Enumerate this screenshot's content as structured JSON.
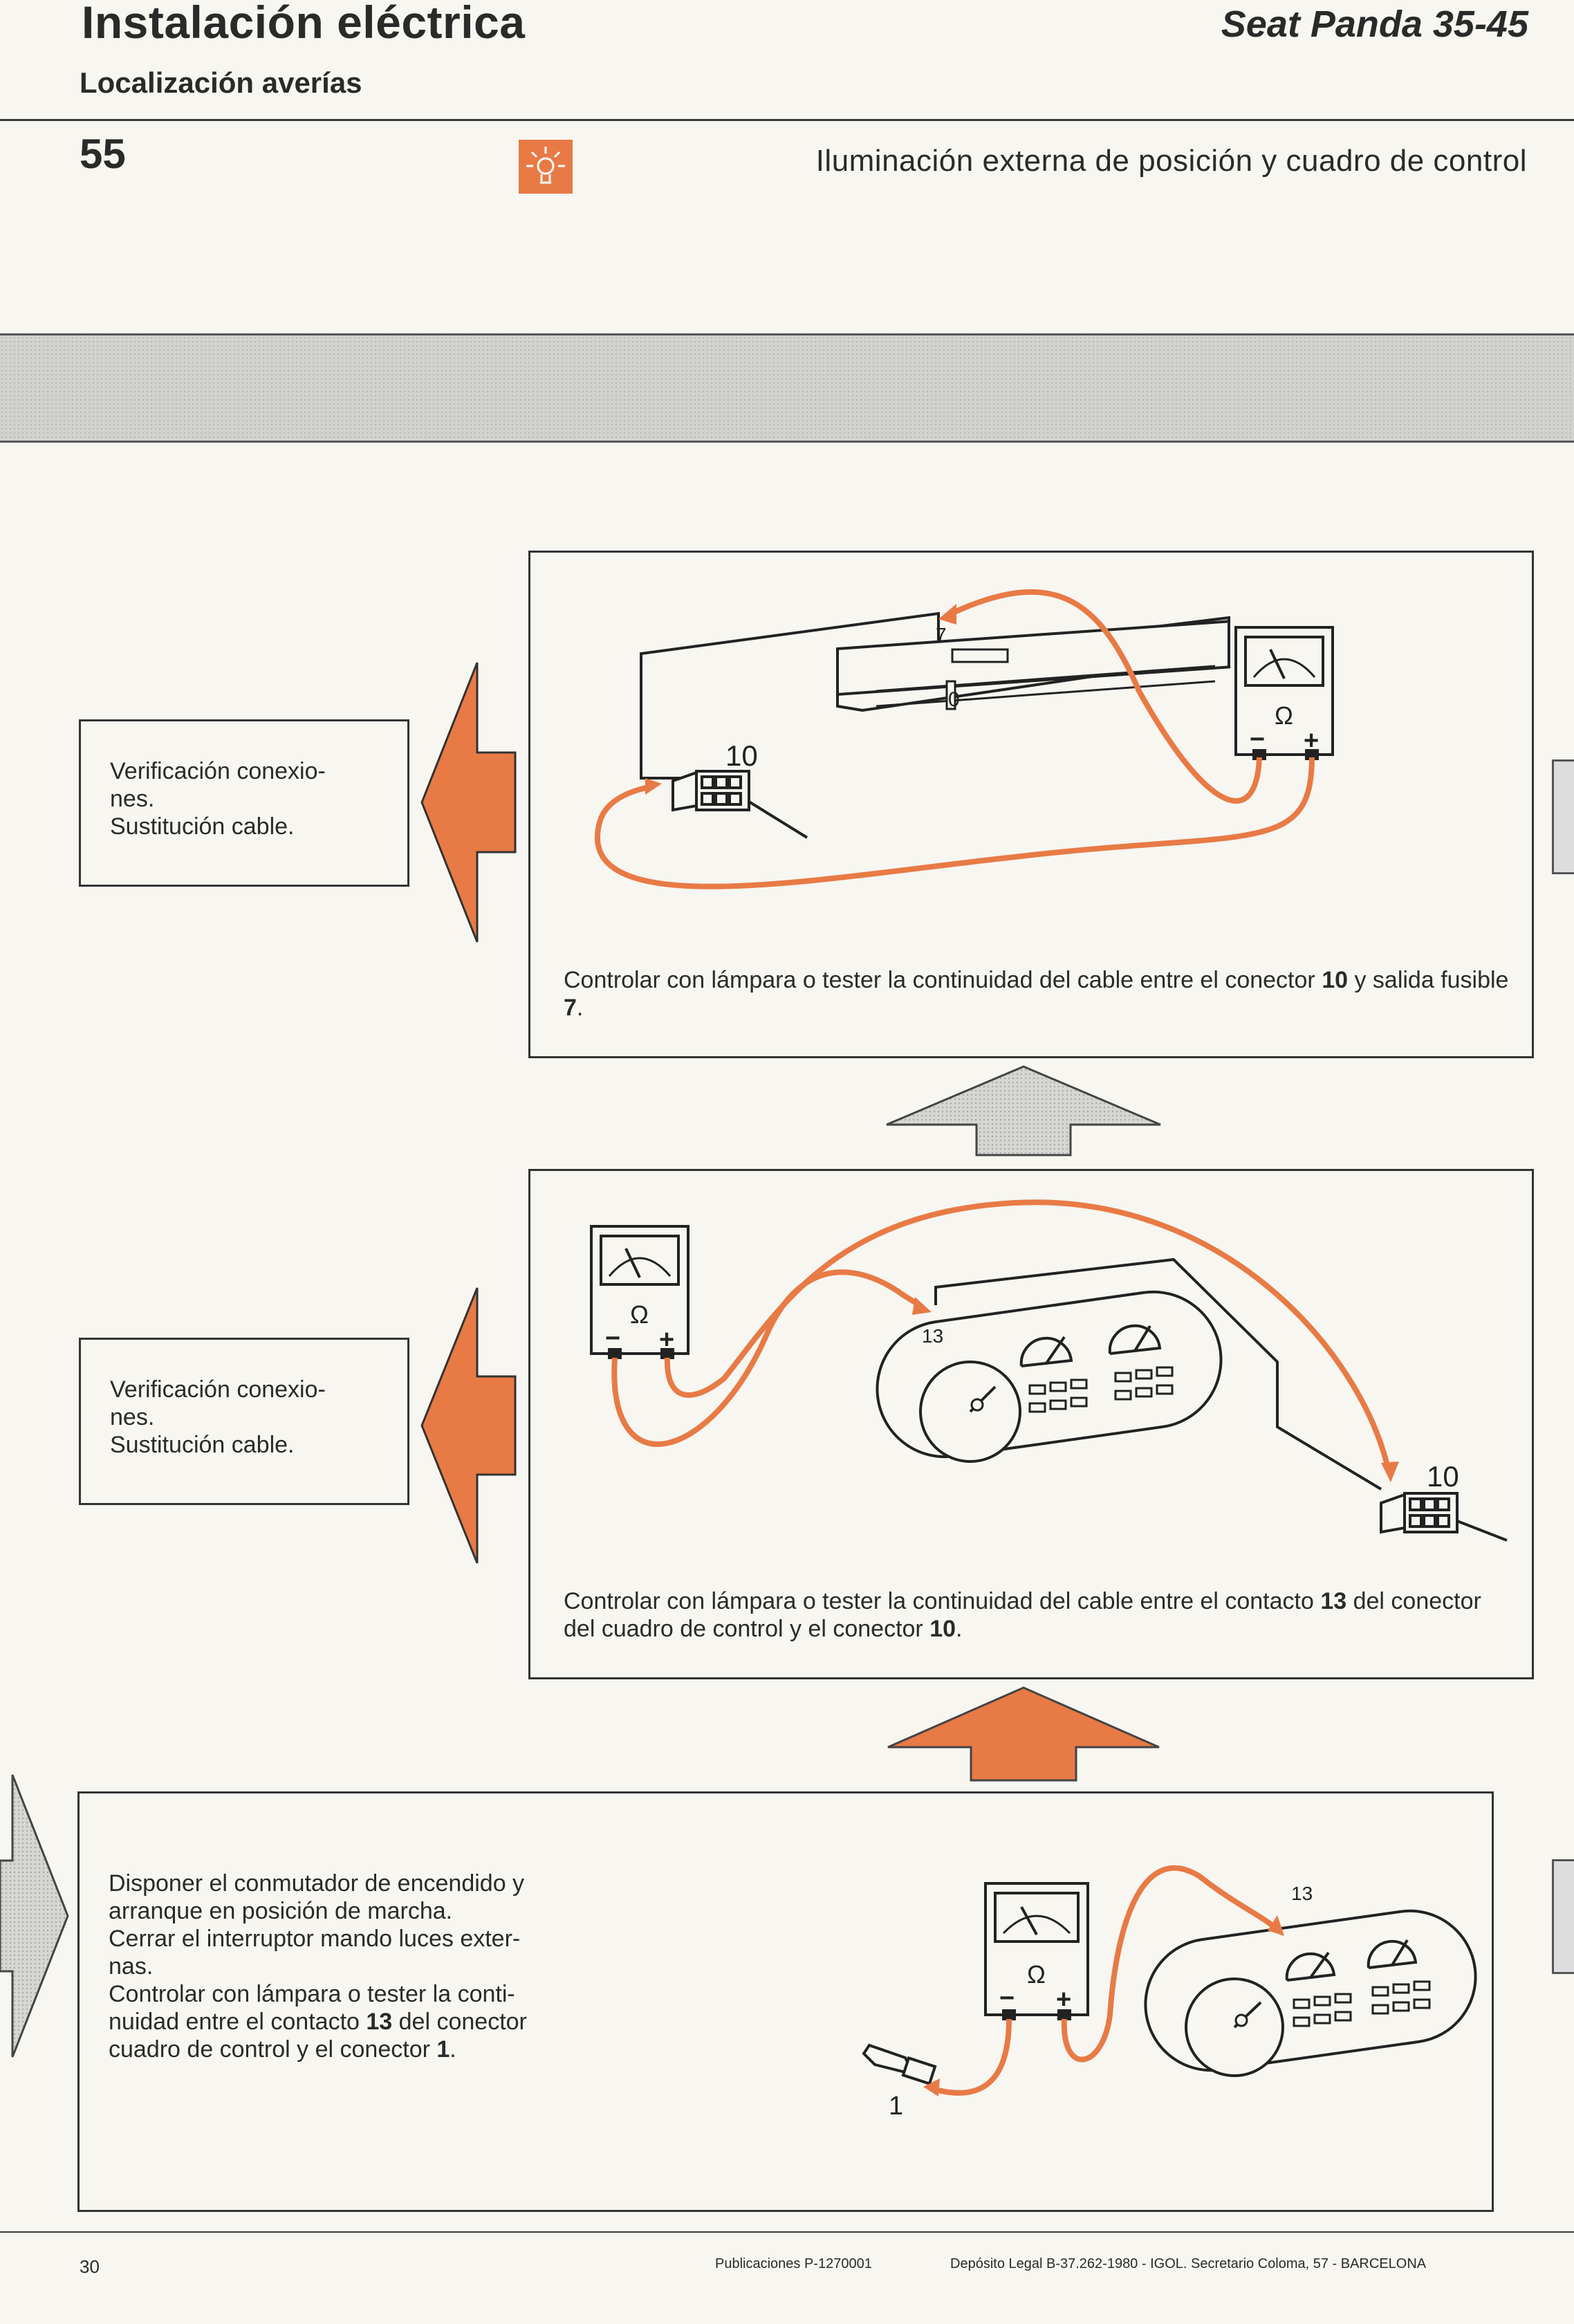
{
  "header": {
    "title": "Instalación eléctrica",
    "subtitle": "Localización averías",
    "model": "Seat Panda 35-45"
  },
  "section": {
    "number": "55",
    "title": "Iluminación externa de posición y cuadro de control",
    "icon": "lamp-icon"
  },
  "step1": {
    "side_label_line1": "Verificación conexio-",
    "side_label_line2": "nes.",
    "side_label_line3": "Sustitución cable.",
    "text_before": "Controlar con lámpara o tester la continuidad del cable entre el conector ",
    "ref_a": "10",
    "text_middle": " y salida fusible ",
    "ref_b": "7",
    "text_after": ".",
    "label_fuse": "7",
    "label_connector": "10",
    "fuse_window": "0"
  },
  "step2": {
    "side_label_line1": "Verificación conexio-",
    "side_label_line2": "nes.",
    "side_label_line3": "Sustitución cable.",
    "text_before": "Controlar con lámpara o tester la continuidad del cable entre el contacto ",
    "ref_a": "13",
    "text_middle": " del conector del cuadro de control y el conector ",
    "ref_b": "10",
    "text_after": ".",
    "label_contact": "13",
    "label_connector": "10"
  },
  "step3": {
    "line1": "Disponer el conmutador de encendido y",
    "line2": "arranque en posición de marcha.",
    "line3": "Cerrar el interruptor mando luces exter-",
    "line4": "nas.",
    "line5": "Controlar con lámpara o tester la conti-",
    "line6_before": "nuidad entre el contacto ",
    "line6_ref": "13",
    "line6_after": " del conector",
    "line7_before": "cuadro de control y el conector ",
    "line7_ref": "1",
    "line7_after": ".",
    "label_contact": "13",
    "label_connector": "1"
  },
  "meter": {
    "symbol": "Ω",
    "minus": "−",
    "plus": "+"
  },
  "footer": {
    "page": "30",
    "publication": "Publicaciones P-1270001",
    "legal": "Depósito Legal B-37.262-1980 - IGOL. Secretario Coloma, 57 - BARCELONA"
  },
  "colors": {
    "accent": "#e87a45",
    "ink": "#2a2a2a",
    "paper": "#f7f6f1"
  }
}
